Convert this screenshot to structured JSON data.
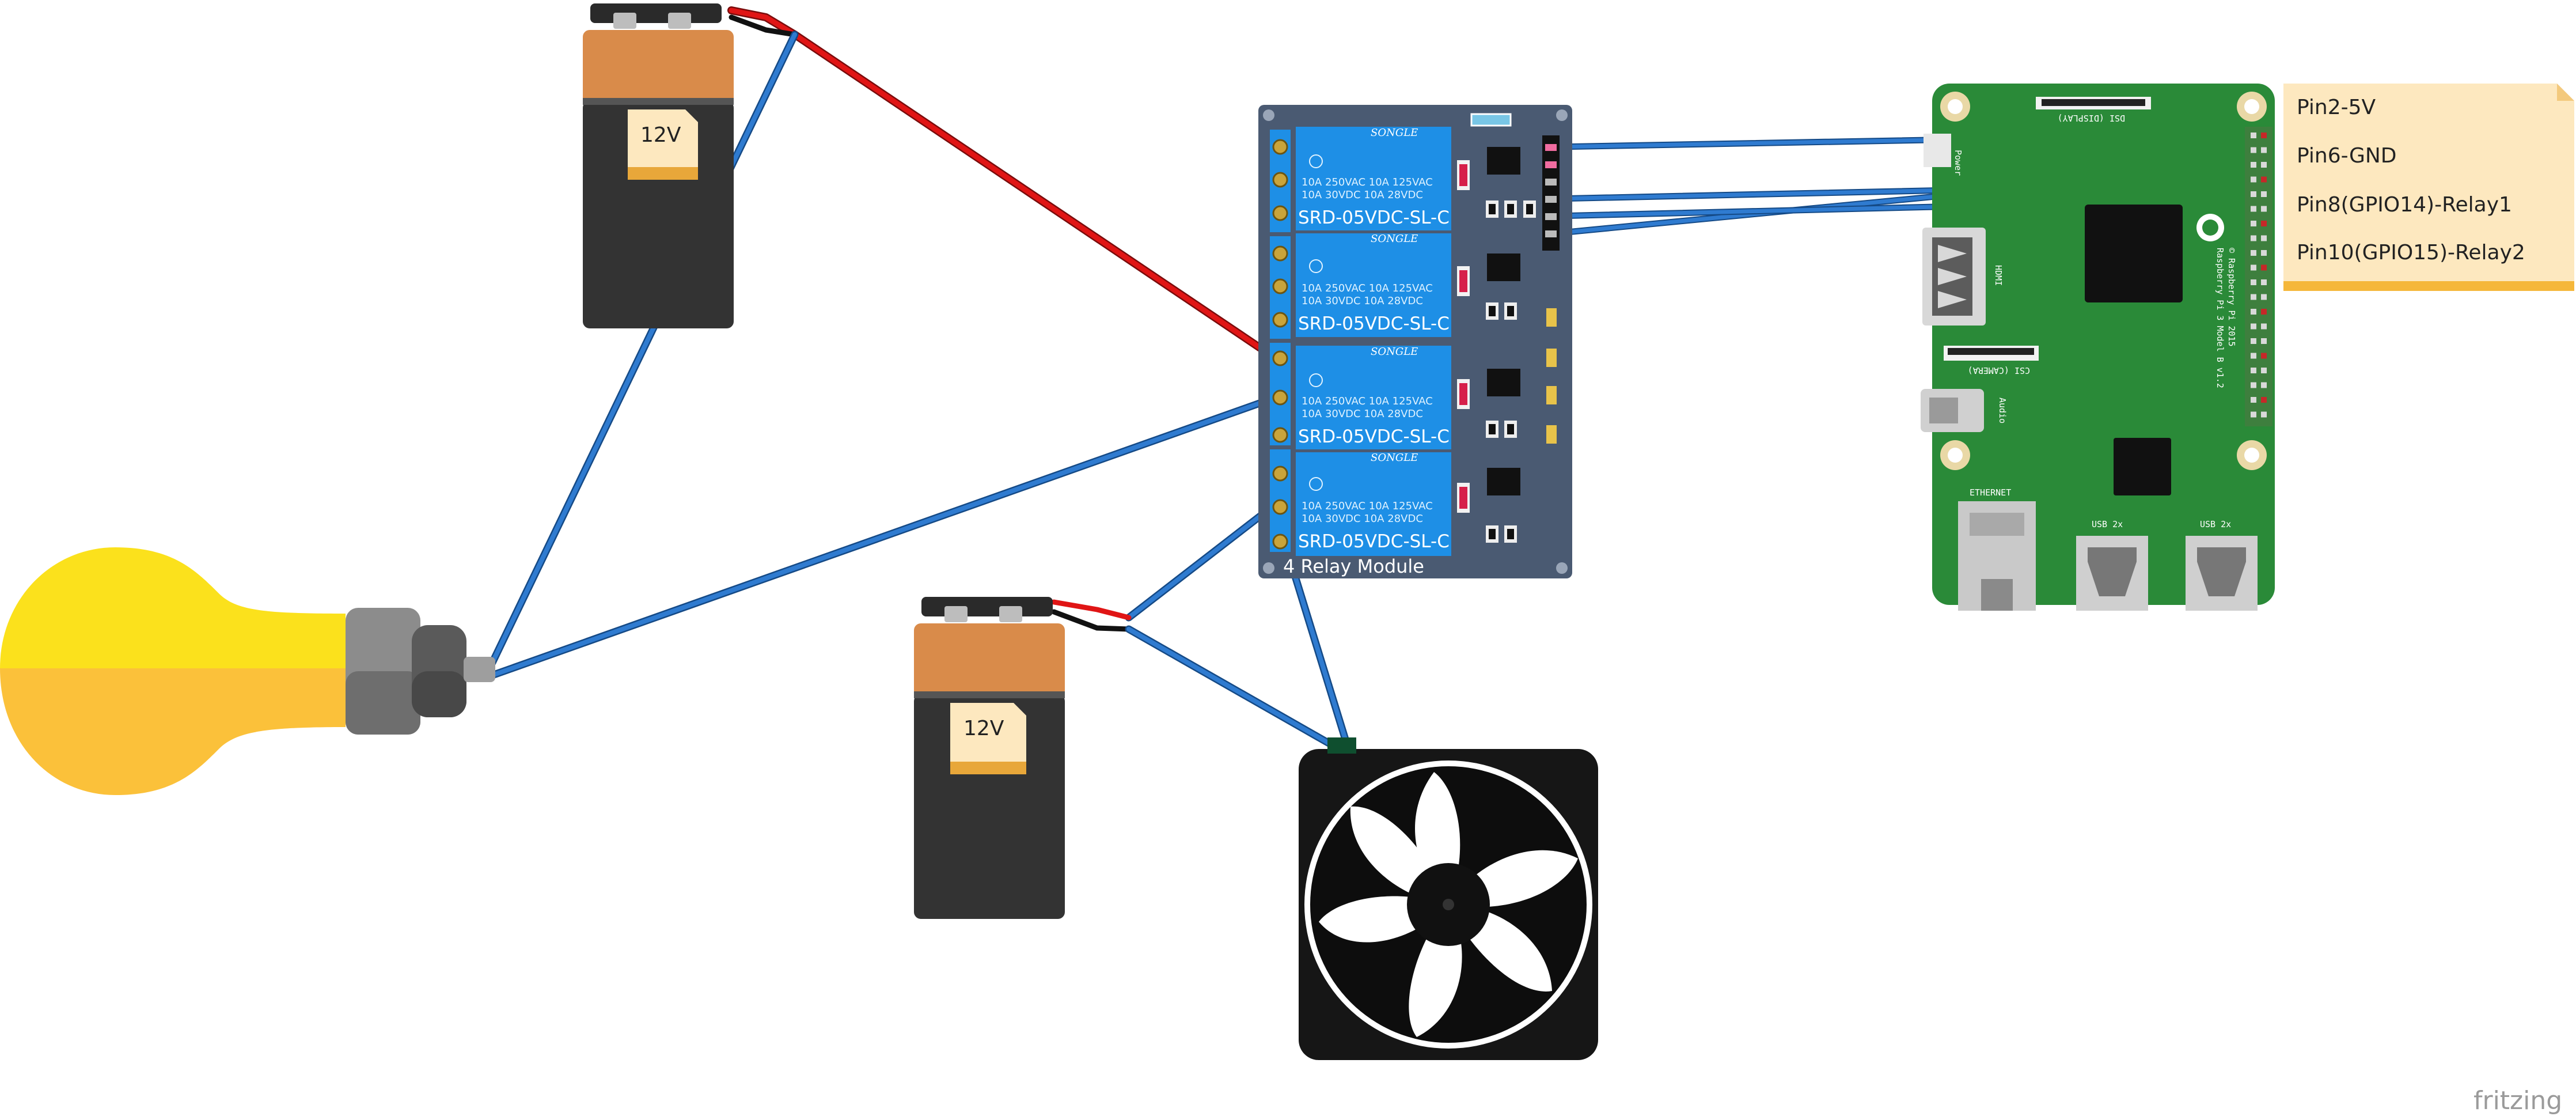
{
  "batteries": [
    {
      "label": "12V"
    },
    {
      "label": "12V"
    }
  ],
  "relay_module": {
    "title": "4 Relay Module",
    "relays": [
      {
        "brand": "SONGLE",
        "spec_line1": "10A  250VAC   10A  125VAC",
        "spec_line2": "10A   30VDC   10A   28VDC",
        "model": "SRD-05VDC-SL-C"
      },
      {
        "brand": "SONGLE",
        "spec_line1": "10A  250VAC   10A  125VAC",
        "spec_line2": "10A   30VDC   10A   28VDC",
        "model": "SRD-05VDC-SL-C"
      },
      {
        "brand": "SONGLE",
        "spec_line1": "10A  250VAC   10A  125VAC",
        "spec_line2": "10A   30VDC   10A   28VDC",
        "model": "SRD-05VDC-SL-C"
      },
      {
        "brand": "SONGLE",
        "spec_line1": "10A  250VAC   10A  125VAC",
        "spec_line2": "10A   30VDC   10A   28VDC",
        "model": "SRD-05VDC-SL-C"
      }
    ]
  },
  "raspberry_pi": {
    "hdmi": "HDMI",
    "camera": "CSI (CAMERA)",
    "display": "DSI (DISPLAY)",
    "audio": "Audio",
    "ethernet": "ETHERNET",
    "usb_left": "USB 2x",
    "usb_right": "USB 2x",
    "model_line1": "Raspberry Pi 3 Model B v1.2",
    "model_line2": "© Raspberry Pi 2015",
    "power": "Power"
  },
  "note": {
    "lines": [
      "Pin2-5V",
      "Pin6-GND",
      "Pin8(GPIO14)-Relay1",
      "Pin10(GPIO15)-Relay2"
    ]
  },
  "watermark": "fritzing",
  "colors": {
    "wire_blue": "#2f7bd0",
    "wire_red": "#e01515",
    "relay_blue": "#1e8fe6",
    "module_board": "#4a5a72",
    "pi_green": "#2a8a38",
    "bulb_yellow": "#fbe11c",
    "note_bg": "#fde8bf"
  }
}
